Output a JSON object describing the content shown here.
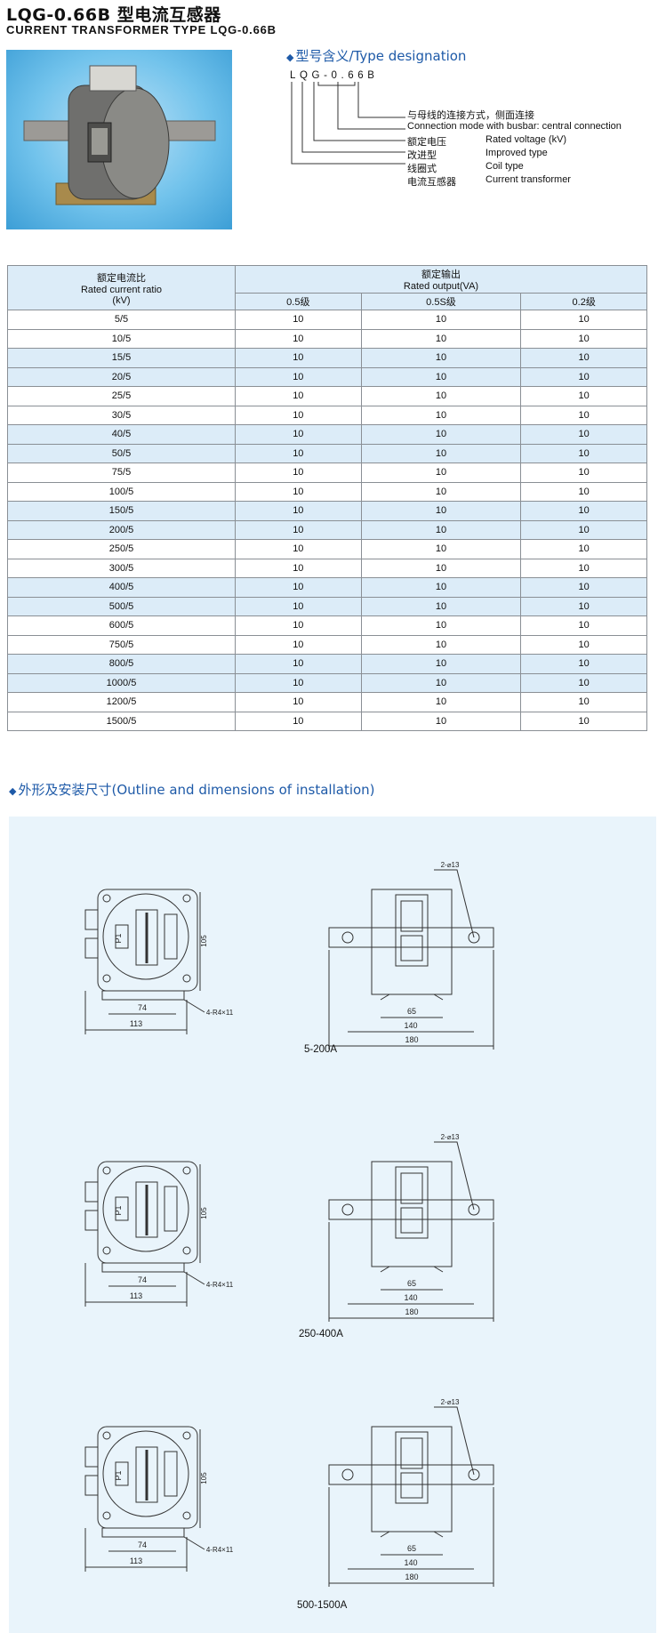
{
  "header": {
    "title_cn": "LQG-0.66B 型电流互感器",
    "title_en": "CURRENT TRANSFORMER TYPE LQG-0.66B"
  },
  "designation": {
    "heading": "型号含义/Type designation",
    "code": "LQG-0.66B",
    "items": [
      {
        "cn": "与母线的连接方式，侧面连接",
        "en": "Connection mode with busbar: central connection"
      },
      {
        "cn": "额定电压",
        "en": "Rated voltage (kV)"
      },
      {
        "cn": "改进型",
        "en": "Improved type"
      },
      {
        "cn": "线圈式",
        "en": "Coil type"
      },
      {
        "cn": "电流互感器",
        "en": "Current transformer"
      }
    ]
  },
  "table": {
    "col1_cn": "额定电流比",
    "col1_en": "Rated current ratio",
    "col1_unit": "(kV)",
    "group_cn": "额定输出",
    "group_en": "Rated output(VA)",
    "classes": [
      "0.5级",
      "0.5S级",
      "0.2级"
    ],
    "rows": [
      [
        "5/5",
        "10",
        "10",
        "10"
      ],
      [
        "10/5",
        "10",
        "10",
        "10"
      ],
      [
        "15/5",
        "10",
        "10",
        "10"
      ],
      [
        "20/5",
        "10",
        "10",
        "10"
      ],
      [
        "25/5",
        "10",
        "10",
        "10"
      ],
      [
        "30/5",
        "10",
        "10",
        "10"
      ],
      [
        "40/5",
        "10",
        "10",
        "10"
      ],
      [
        "50/5",
        "10",
        "10",
        "10"
      ],
      [
        "75/5",
        "10",
        "10",
        "10"
      ],
      [
        "100/5",
        "10",
        "10",
        "10"
      ],
      [
        "150/5",
        "10",
        "10",
        "10"
      ],
      [
        "200/5",
        "10",
        "10",
        "10"
      ],
      [
        "250/5",
        "10",
        "10",
        "10"
      ],
      [
        "300/5",
        "10",
        "10",
        "10"
      ],
      [
        "400/5",
        "10",
        "10",
        "10"
      ],
      [
        "500/5",
        "10",
        "10",
        "10"
      ],
      [
        "600/5",
        "10",
        "10",
        "10"
      ],
      [
        "750/5",
        "10",
        "10",
        "10"
      ],
      [
        "800/5",
        "10",
        "10",
        "10"
      ],
      [
        "1000/5",
        "10",
        "10",
        "10"
      ],
      [
        "1200/5",
        "10",
        "10",
        "10"
      ],
      [
        "1500/5",
        "10",
        "10",
        "10"
      ]
    ]
  },
  "outline": {
    "heading": "外形及安装尺寸(Outline and dimensions of installation)",
    "drawings": [
      {
        "range": "5-200A",
        "height": "105",
        "width_a": "74",
        "width_b": "113",
        "radius": "4-R4×11",
        "holes": "2-⌀13",
        "d1": "65",
        "d2": "140",
        "d3": "180",
        "marker": "P1"
      },
      {
        "range": "250-400A",
        "height": "105",
        "width_a": "74",
        "width_b": "113",
        "radius": "4-R4×11",
        "holes": "2-⌀13",
        "d1": "65",
        "d2": "140",
        "d3": "180",
        "marker": "P1"
      },
      {
        "range": "500-1500A",
        "height": "105",
        "width_a": "74",
        "width_b": "113",
        "radius": "4-R4×11",
        "holes": "2-⌀13",
        "d1": "65",
        "d2": "140",
        "d3": "180",
        "marker": "P1"
      }
    ]
  }
}
